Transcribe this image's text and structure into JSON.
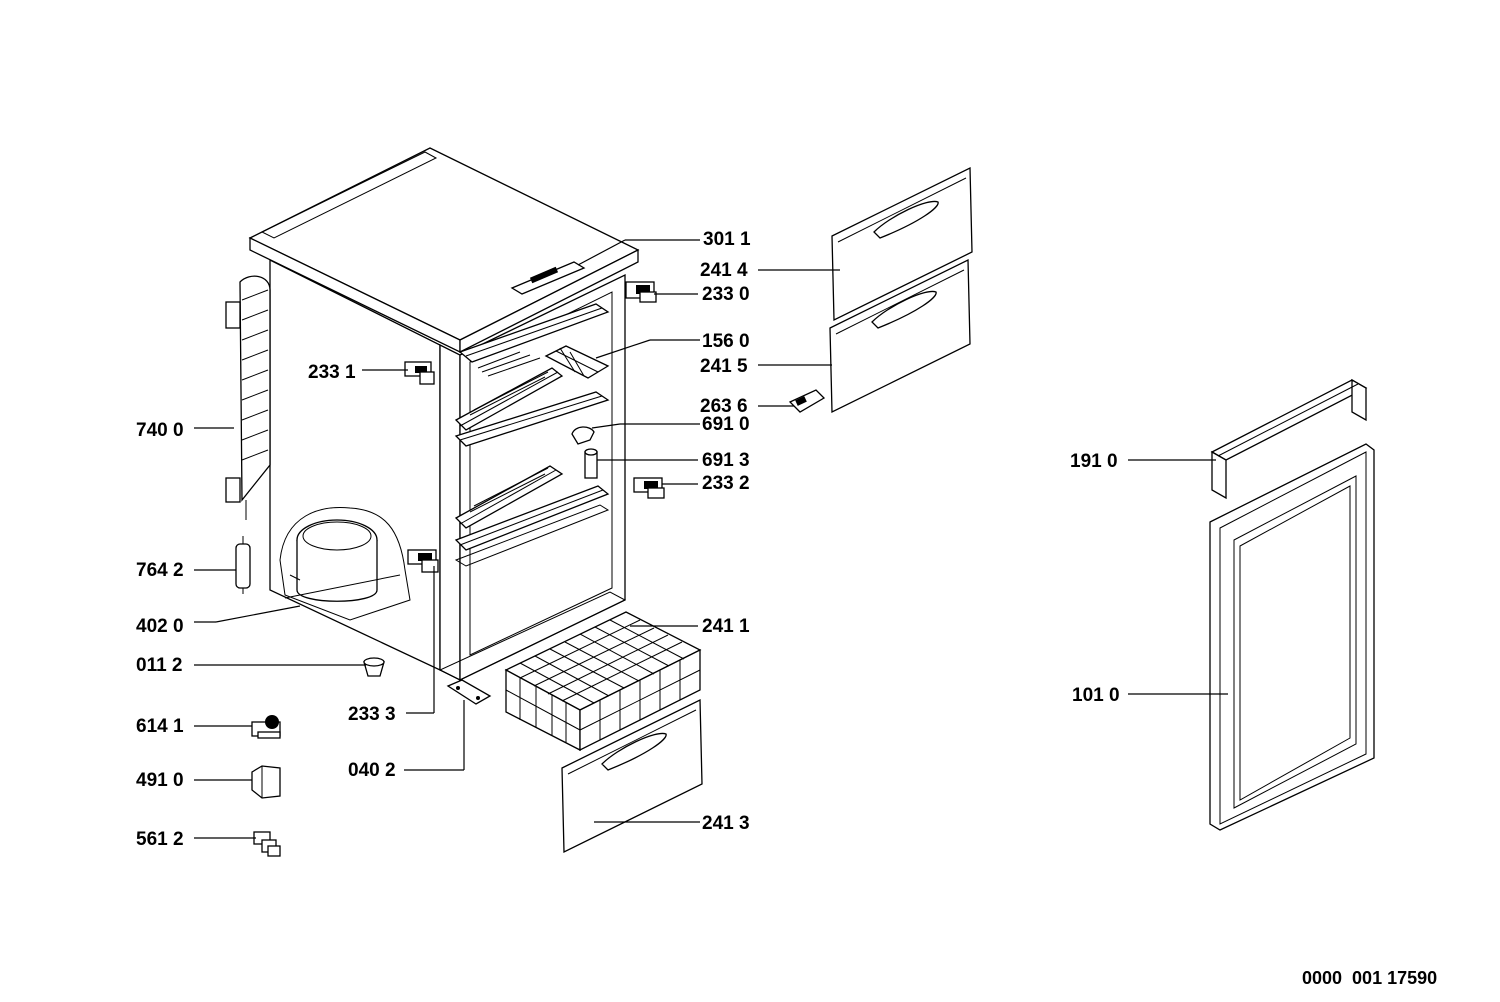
{
  "diagram": {
    "labels": {
      "p3011": "301 1",
      "p2414": "241 4",
      "p2330": "233 0",
      "p1560": "156 0",
      "p2415": "241 5",
      "p2331": "233 1",
      "p2636": "263 6",
      "p6910": "691 0",
      "p7400": "740 0",
      "p6913": "691 3",
      "p2332": "233 2",
      "p1910": "191 0",
      "p7642": "764 2",
      "p4020": "402 0",
      "p2411": "241 1",
      "p0112": "011 2",
      "p1010": "101 0",
      "p2333": "233 3",
      "p6141": "614 1",
      "p0402": "040 2",
      "p4910": "491 0",
      "p2413": "241 3",
      "p5612": "561 2"
    },
    "drawing_number": "0000  001 17590"
  }
}
